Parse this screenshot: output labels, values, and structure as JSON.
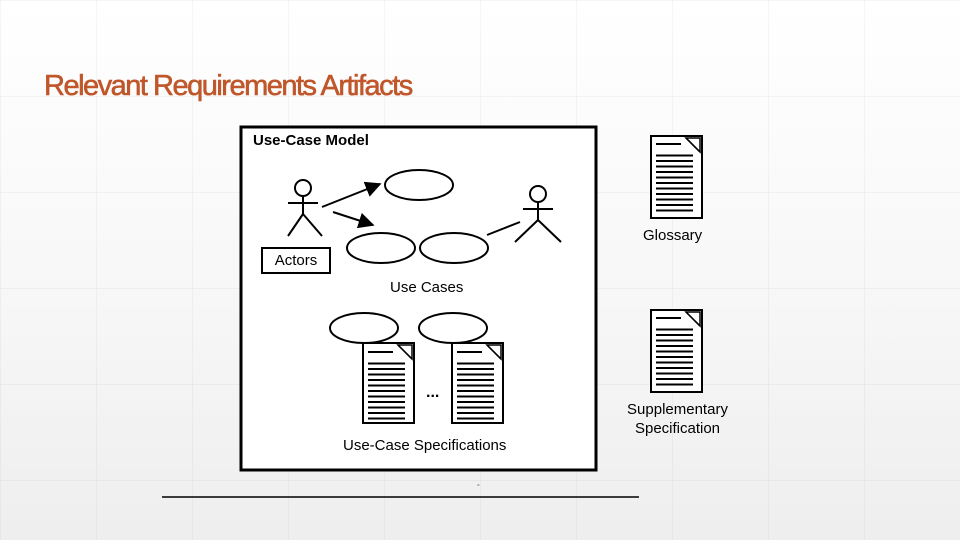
{
  "slide": {
    "title": "Relevant Requirements Artifacts"
  },
  "diagram": {
    "model_title": "Use-Case Model",
    "actors_label": "Actors",
    "use_cases_label": "Use Cases",
    "ellipsis": "...",
    "spec_label": "Use-Case Specifications",
    "glossary_label": "Glossary",
    "supplementary_label": "Supplementary Specification"
  },
  "footer": {
    "mark": "°"
  },
  "colors": {
    "title": "#c0572b",
    "line": "#000000",
    "background": "#ffffff"
  },
  "icons": [
    "actor-icon",
    "use-case-ellipse",
    "document-icon",
    "association-arrow"
  ]
}
